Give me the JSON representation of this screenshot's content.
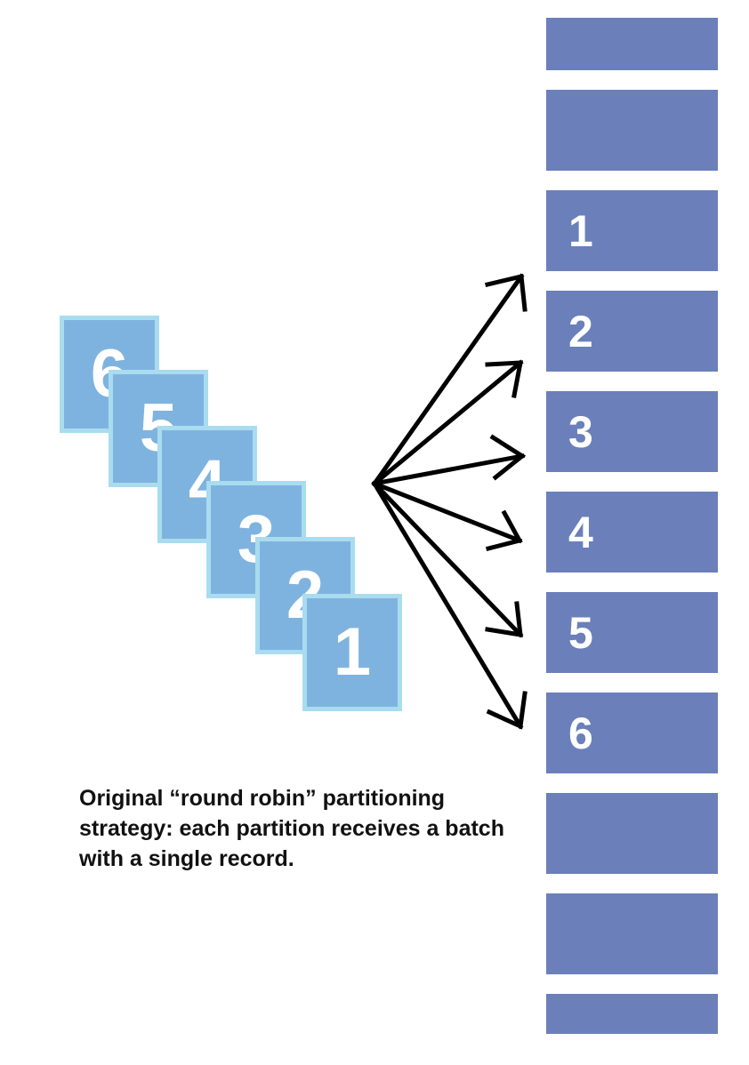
{
  "records": [
    "6",
    "5",
    "4",
    "3",
    "2",
    "1"
  ],
  "partitions": [
    "",
    "",
    "1",
    "2",
    "3",
    "4",
    "5",
    "6",
    "",
    "",
    ""
  ],
  "caption": "Original “round robin” partitioning strategy: each partition receives a batch with a single record.",
  "colors": {
    "partition_fill": "#6b80ba",
    "record_fill": "#7fb3df",
    "record_border": "#a9dcef",
    "arrow": "#000000",
    "caption_text": "#111111"
  }
}
